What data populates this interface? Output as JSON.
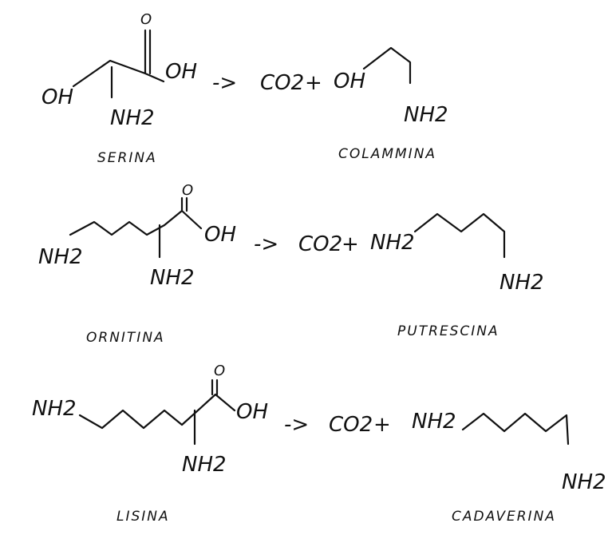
{
  "reactions": [
    {
      "reactant_groups": [
        "OH",
        "OH",
        "NH2",
        "O"
      ],
      "arrow": "->",
      "co2": "CO2",
      "plus": "+",
      "product_groups": [
        "OH",
        "NH2"
      ],
      "reactant_name": "SERINA",
      "product_name": "COLAMMINA"
    },
    {
      "reactant_groups": [
        "NH2",
        "OH",
        "NH2",
        "O"
      ],
      "arrow": "->",
      "co2": "CO2",
      "plus": "+",
      "product_groups": [
        "NH2",
        "NH2"
      ],
      "reactant_name": "ORNITINA",
      "product_name": "PUTRESCINA"
    },
    {
      "reactant_groups": [
        "NH2",
        "OH",
        "NH2",
        "O"
      ],
      "arrow": "->",
      "co2": "CO2",
      "plus": "+",
      "product_groups": [
        "NH2",
        "NH2"
      ],
      "reactant_name": "LISINA",
      "product_name": "CADAVERINA"
    }
  ]
}
